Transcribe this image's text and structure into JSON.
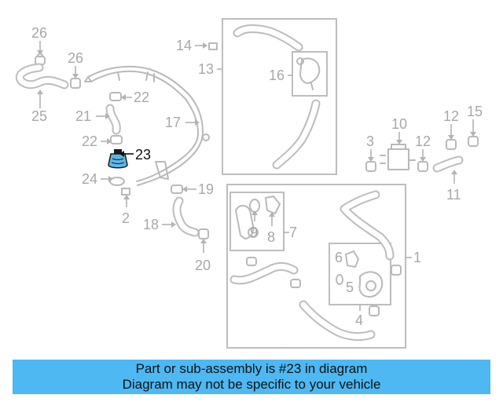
{
  "diagram": {
    "highlight_color": "#5bb8e6",
    "labels": {
      "l1": "1",
      "l2": "2",
      "l3": "3",
      "l4": "4",
      "l5": "5",
      "l6": "6",
      "l7": "7",
      "l8": "8",
      "l9": "9",
      "l10": "10",
      "l11": "11",
      "l12a": "12",
      "l12b": "12",
      "l13": "13",
      "l14": "14",
      "l15": "15",
      "l16": "16",
      "l17": "17",
      "l18": "18",
      "l19": "19",
      "l20": "20",
      "l21": "21",
      "l22a": "22",
      "l22b": "22",
      "l23": "23",
      "l24": "24",
      "l25": "25",
      "l26a": "26",
      "l26b": "26"
    }
  },
  "banner": {
    "line1": "Part or sub-assembly is #23 in diagram",
    "line2": "Diagram may not be specific to your vehicle",
    "color": "#4db8f2"
  }
}
